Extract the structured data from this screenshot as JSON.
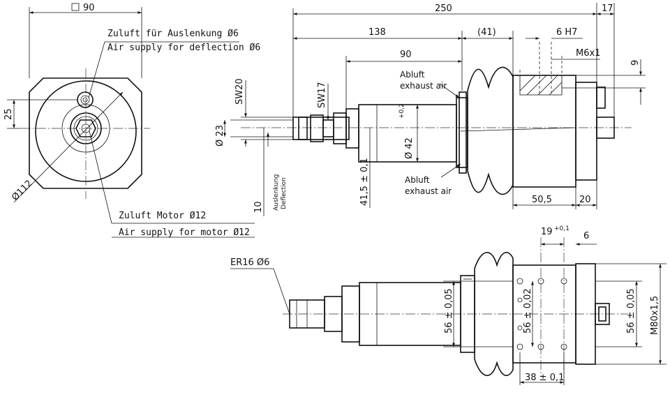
{
  "drawing": {
    "title": "",
    "front_view": {
      "square_dim": "90",
      "offset_dim": "25",
      "diameter_dim": "Ø112",
      "note_deflection_de": "Zuluft für Auslenkung Ø6",
      "note_deflection_en": "Air supply for deflection Ø6",
      "note_motor_de": "Zuluft Motor Ø12",
      "note_motor_en": "Air supply for motor Ø12"
    },
    "side_view": {
      "overall_length": "250",
      "len_138": "138",
      "len_41": "(41)",
      "len_17": "17",
      "len_90": "90",
      "thread_h7": "6 H7",
      "thread_m6": "M6x1",
      "depth_9": "9",
      "sw20": "SW20",
      "sw17": "SW17",
      "dia_23": "Ø 23",
      "dia_42": "Ø 42",
      "tol_42": "+0,2",
      "height_415": "41,5 ± 0,1",
      "deflection_10": "10",
      "deflection_de": "Auslenkung",
      "deflection_en": "Deflection",
      "exhaust1_de": "Abluft",
      "exhaust1_en": "exhaust air",
      "exhaust2_de": "Abluft",
      "exhaust2_en": "exhaust air",
      "dim_505": "50,5",
      "dim_20": "20"
    },
    "bottom_view": {
      "collet": "ER16 Ø6",
      "dim_19": "19",
      "tol_19": "+0,1",
      "dim_6": "6",
      "dim_56_a": "56 ± 0,05",
      "dim_56_b": "56 ± 0,02",
      "dim_56_c": "56 ± 0,05",
      "dim_m80": "M80x1,5",
      "dim_38": "38 ± 0,1"
    }
  }
}
